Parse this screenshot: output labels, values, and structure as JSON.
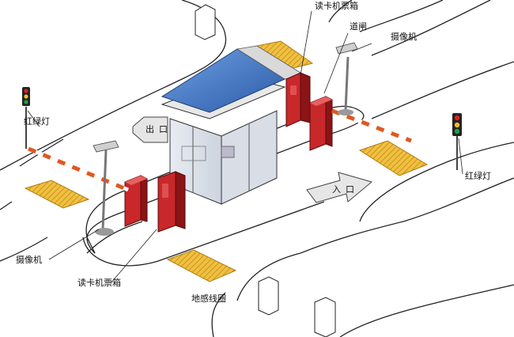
{
  "labels": {
    "card_reader_top": "读卡机票箱",
    "barrier_gate": "道闸",
    "camera_right": "摄像机",
    "traffic_light_left": "红绿灯",
    "traffic_light_right": "红绿灯",
    "exit_arrow": "出口",
    "entry_arrow": "入口",
    "camera_left": "摄像机",
    "card_reader_bottom": "读卡机票箱",
    "loop_detector": "地感线圈"
  },
  "colors": {
    "equipment_red": "#c8282a",
    "roof_blue": "#3a72c0",
    "loop_yellow": "#f0c040",
    "barrier_stripe": "#e05820",
    "light_red": "#e02020",
    "light_yellow": "#f0c020",
    "light_green": "#20a040"
  }
}
